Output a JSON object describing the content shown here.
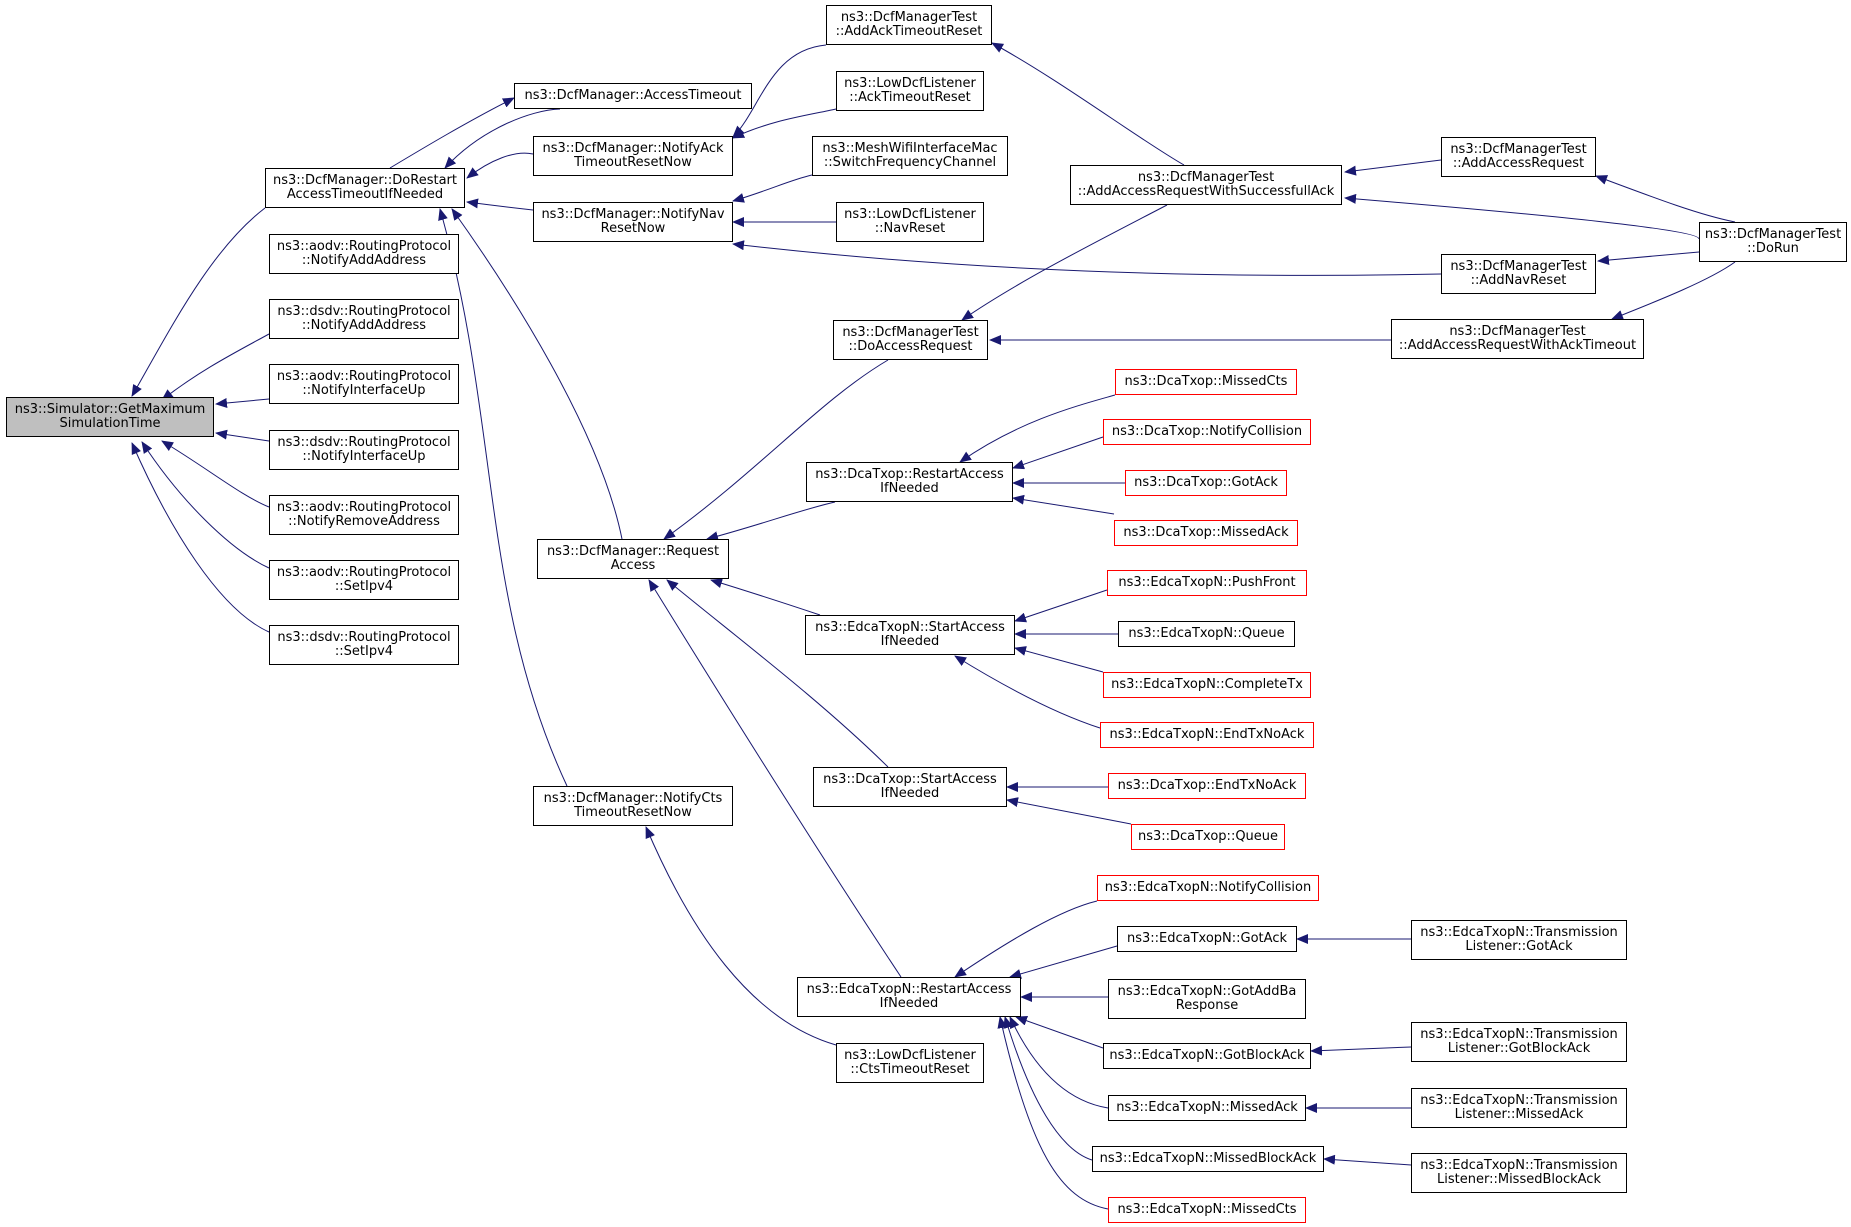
{
  "colors": {
    "edge": "#191970",
    "node_border": "#000000",
    "truncated_border": "#ff0000",
    "root_fill": "#bfbfbf"
  },
  "nodes": {
    "root": [
      "ns3::Simulator::GetMaximum",
      "SimulationTime"
    ],
    "do_restart": [
      "ns3::DcfManager::DoRestart",
      "AccessTimeoutIfNeeded"
    ],
    "aodv_add": [
      "ns3::aodv::RoutingProtocol",
      "::NotifyAddAddress"
    ],
    "dsdv_add": [
      "ns3::dsdv::RoutingProtocol",
      "::NotifyAddAddress"
    ],
    "aodv_up": [
      "ns3::aodv::RoutingProtocol",
      "::NotifyInterfaceUp"
    ],
    "dsdv_up": [
      "ns3::dsdv::RoutingProtocol",
      "::NotifyInterfaceUp"
    ],
    "aodv_remove": [
      "ns3::aodv::RoutingProtocol",
      "::NotifyRemoveAddress"
    ],
    "aodv_setipv4": [
      "ns3::aodv::RoutingProtocol",
      "::SetIpv4"
    ],
    "dsdv_setipv4": [
      "ns3::dsdv::RoutingProtocol",
      "::SetIpv4"
    ],
    "access_timeout": [
      "ns3::DcfManager::AccessTimeout"
    ],
    "notify_ack": [
      "ns3::DcfManager::NotifyAck",
      "TimeoutResetNow"
    ],
    "notify_nav": [
      "ns3::DcfManager::NotifyNav",
      "ResetNow"
    ],
    "request_access": [
      "ns3::DcfManager::Request",
      "Access"
    ],
    "notify_cts": [
      "ns3::DcfManager::NotifyCts",
      "TimeoutResetNow"
    ],
    "add_ack_reset": [
      "ns3::DcfManagerTest",
      "::AddAckTimeoutReset"
    ],
    "ldl_ack_reset": [
      "ns3::LowDcfListener",
      "::AckTimeoutReset"
    ],
    "mesh_switch": [
      "ns3::MeshWifiInterfaceMac",
      "::SwitchFrequencyChannel"
    ],
    "ldl_nav_reset": [
      "ns3::LowDcfListener",
      "::NavReset"
    ],
    "do_access_request": [
      "ns3::DcfManagerTest",
      "::DoAccessRequest"
    ],
    "dca_restart": [
      "ns3::DcaTxop::RestartAccess",
      "IfNeeded"
    ],
    "edca_start": [
      "ns3::EdcaTxopN::StartAccess",
      "IfNeeded"
    ],
    "dca_start": [
      "ns3::DcaTxop::StartAccess",
      "IfNeeded"
    ],
    "edca_restart": [
      "ns3::EdcaTxopN::RestartAccess",
      "IfNeeded"
    ],
    "ldl_cts_reset": [
      "ns3::LowDcfListener",
      "::CtsTimeoutReset"
    ],
    "add_req_success": [
      "ns3::DcfManagerTest",
      "::AddAccessRequestWithSuccessfullAck"
    ],
    "add_access_req": [
      "ns3::DcfManagerTest",
      "::AddAccessRequest"
    ],
    "add_nav_reset": [
      "ns3::DcfManagerTest",
      "::AddNavReset"
    ],
    "add_req_ack_timeout": [
      "ns3::DcfManagerTest",
      "::AddAccessRequestWithAckTimeout"
    ],
    "do_run": [
      "ns3::DcfManagerTest",
      "::DoRun"
    ],
    "dca_missed_cts": [
      "ns3::DcaTxop::MissedCts"
    ],
    "dca_notify_coll": [
      "ns3::DcaTxop::NotifyCollision"
    ],
    "dca_got_ack": [
      "ns3::DcaTxop::GotAck"
    ],
    "dca_missed_ack": [
      "ns3::DcaTxop::MissedAck"
    ],
    "edca_push_front": [
      "ns3::EdcaTxopN::PushFront"
    ],
    "edca_queue": [
      "ns3::EdcaTxopN::Queue"
    ],
    "edca_complete_tx": [
      "ns3::EdcaTxopN::CompleteTx"
    ],
    "edca_end_tx_noack": [
      "ns3::EdcaTxopN::EndTxNoAck"
    ],
    "dca_end_tx_noack": [
      "ns3::DcaTxop::EndTxNoAck"
    ],
    "dca_queue": [
      "ns3::DcaTxop::Queue"
    ],
    "edca_notify_coll": [
      "ns3::EdcaTxopN::NotifyCollision"
    ],
    "edca_got_ack": [
      "ns3::EdcaTxopN::GotAck"
    ],
    "edca_got_addba": [
      "ns3::EdcaTxopN::GotAddBa",
      "Response"
    ],
    "edca_got_block_ack": [
      "ns3::EdcaTxopN::GotBlockAck"
    ],
    "edca_missed_ack": [
      "ns3::EdcaTxopN::MissedAck"
    ],
    "edca_missed_block_ack": [
      "ns3::EdcaTxopN::MissedBlockAck"
    ],
    "edca_missed_cts": [
      "ns3::EdcaTxopN::MissedCts"
    ],
    "tl_got_ack": [
      "ns3::EdcaTxopN::Transmission",
      "Listener::GotAck"
    ],
    "tl_got_block_ack": [
      "ns3::EdcaTxopN::Transmission",
      "Listener::GotBlockAck"
    ],
    "tl_missed_ack": [
      "ns3::EdcaTxopN::Transmission",
      "Listener::MissedAck"
    ],
    "tl_missed_block_ack": [
      "ns3::EdcaTxopN::Transmission",
      "Listener::MissedBlockAck"
    ]
  }
}
